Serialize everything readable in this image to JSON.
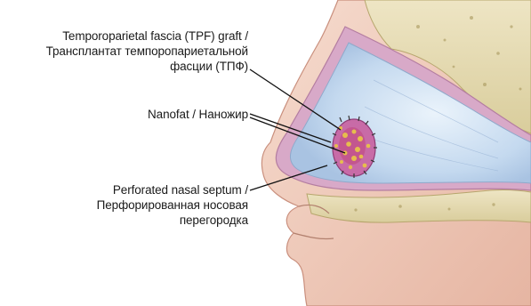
{
  "labels": {
    "tpf": {
      "line1": "Temporoparietal fascia (TPF) graft /",
      "line2": "Трансплантат темпоропариетальной",
      "line3": "фасции (ТПФ)"
    },
    "nanofat": {
      "line1": "Nanofat / Наножир"
    },
    "septum": {
      "line1": "Perforated nasal septum /",
      "line2": "Перфорированная носовая",
      "line3": "перегородка"
    }
  },
  "colors": {
    "skin": "#efc9b8",
    "mucosa": "#d7a7c6",
    "cavity": "#c6daf0",
    "bone": "#e7ddb4",
    "graft": "#c96aa6",
    "nanofat": "#e2b84a",
    "leader_line": "#111111"
  }
}
